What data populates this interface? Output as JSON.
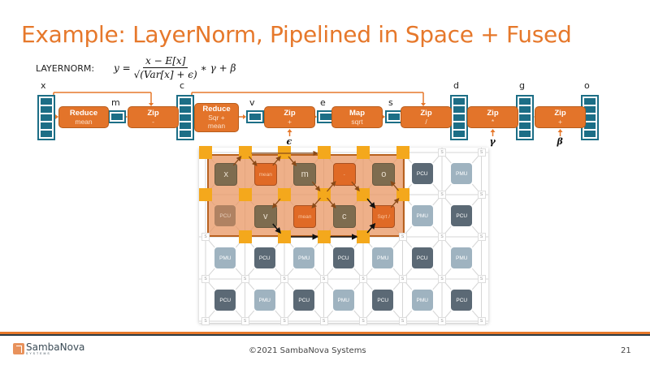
{
  "slide": {
    "title": "Example: LayerNorm, Pipelined in Space + Fused",
    "formula_label": "LAYERNORM:",
    "formula": {
      "lhs": "y =",
      "numerator": "x − E[x]",
      "denominator": "√(Var[x] + ϵ)",
      "tail": "∗ γ + β"
    },
    "accent_color": "#e6782b",
    "tensor_color": "#1c6e86"
  },
  "pipeline": {
    "tensors": [
      {
        "id": "x",
        "label": "x",
        "kind": "tensor"
      },
      {
        "id": "m",
        "label": "m",
        "kind": "scalar"
      },
      {
        "id": "c",
        "label": "c",
        "kind": "tensor"
      },
      {
        "id": "v",
        "label": "v",
        "kind": "scalar"
      },
      {
        "id": "e",
        "label": "e",
        "kind": "scalar"
      },
      {
        "id": "s",
        "label": "s",
        "kind": "scalar"
      },
      {
        "id": "d",
        "label": "d",
        "kind": "tensor"
      },
      {
        "id": "g",
        "label": "g",
        "kind": "tensor"
      },
      {
        "id": "o",
        "label": "o",
        "kind": "tensor"
      }
    ],
    "ops": [
      {
        "title": "Reduce",
        "sub": "mean"
      },
      {
        "title": "Zip",
        "sub": "-"
      },
      {
        "title": "Reduce",
        "sub": "Sqr +\nmean"
      },
      {
        "title": "Zip",
        "sub": "+",
        "input": "ϵ"
      },
      {
        "title": "Map",
        "sub": "sqrt"
      },
      {
        "title": "Zip",
        "sub": "/"
      },
      {
        "title": "Zip",
        "sub": "*",
        "input": "γ"
      },
      {
        "title": "Zip",
        "sub": "+",
        "input": "β"
      }
    ]
  },
  "grid": {
    "rows": [
      [
        {
          "t": "x",
          "k": "mapped-dark"
        },
        {
          "t": "mean",
          "k": "mapped-orange"
        },
        {
          "t": "m",
          "k": "mapped-dark"
        },
        {
          "t": "-",
          "k": "mapped-orange"
        },
        {
          "t": "o",
          "k": "mapped-dark"
        },
        {
          "t": "PCU",
          "k": "pcu"
        },
        {
          "t": "PMU",
          "k": "pmu"
        }
      ],
      [
        {
          "t": "PCU",
          "k": "mapped-pcu"
        },
        {
          "t": "v",
          "k": "mapped-dark"
        },
        {
          "t": "mean",
          "k": "mapped-orange"
        },
        {
          "t": "c",
          "k": "mapped-dark"
        },
        {
          "t": "Sqrt /",
          "k": "mapped-orange"
        },
        {
          "t": "PMU",
          "k": "pmu"
        },
        {
          "t": "PCU",
          "k": "pcu"
        }
      ],
      [
        {
          "t": "PMU",
          "k": "pmu"
        },
        {
          "t": "PCU",
          "k": "pcu"
        },
        {
          "t": "PMU",
          "k": "pmu"
        },
        {
          "t": "PCU",
          "k": "pcu"
        },
        {
          "t": "PMU",
          "k": "pmu"
        },
        {
          "t": "PCU",
          "k": "pcu"
        },
        {
          "t": "PMU",
          "k": "pmu"
        }
      ],
      [
        {
          "t": "PCU",
          "k": "pcu"
        },
        {
          "t": "PMU",
          "k": "pmu"
        },
        {
          "t": "PCU",
          "k": "pcu"
        },
        {
          "t": "PMU",
          "k": "pmu"
        },
        {
          "t": "PCU",
          "k": "pcu"
        },
        {
          "t": "PMU",
          "k": "pmu"
        },
        {
          "t": "PCU",
          "k": "pcu"
        }
      ]
    ],
    "switch_label": "S"
  },
  "footer": {
    "logo_text": "SambaNova",
    "logo_sub": "SYSTEMS",
    "copyright": "©2021 SambaNova Systems",
    "page": "21"
  }
}
